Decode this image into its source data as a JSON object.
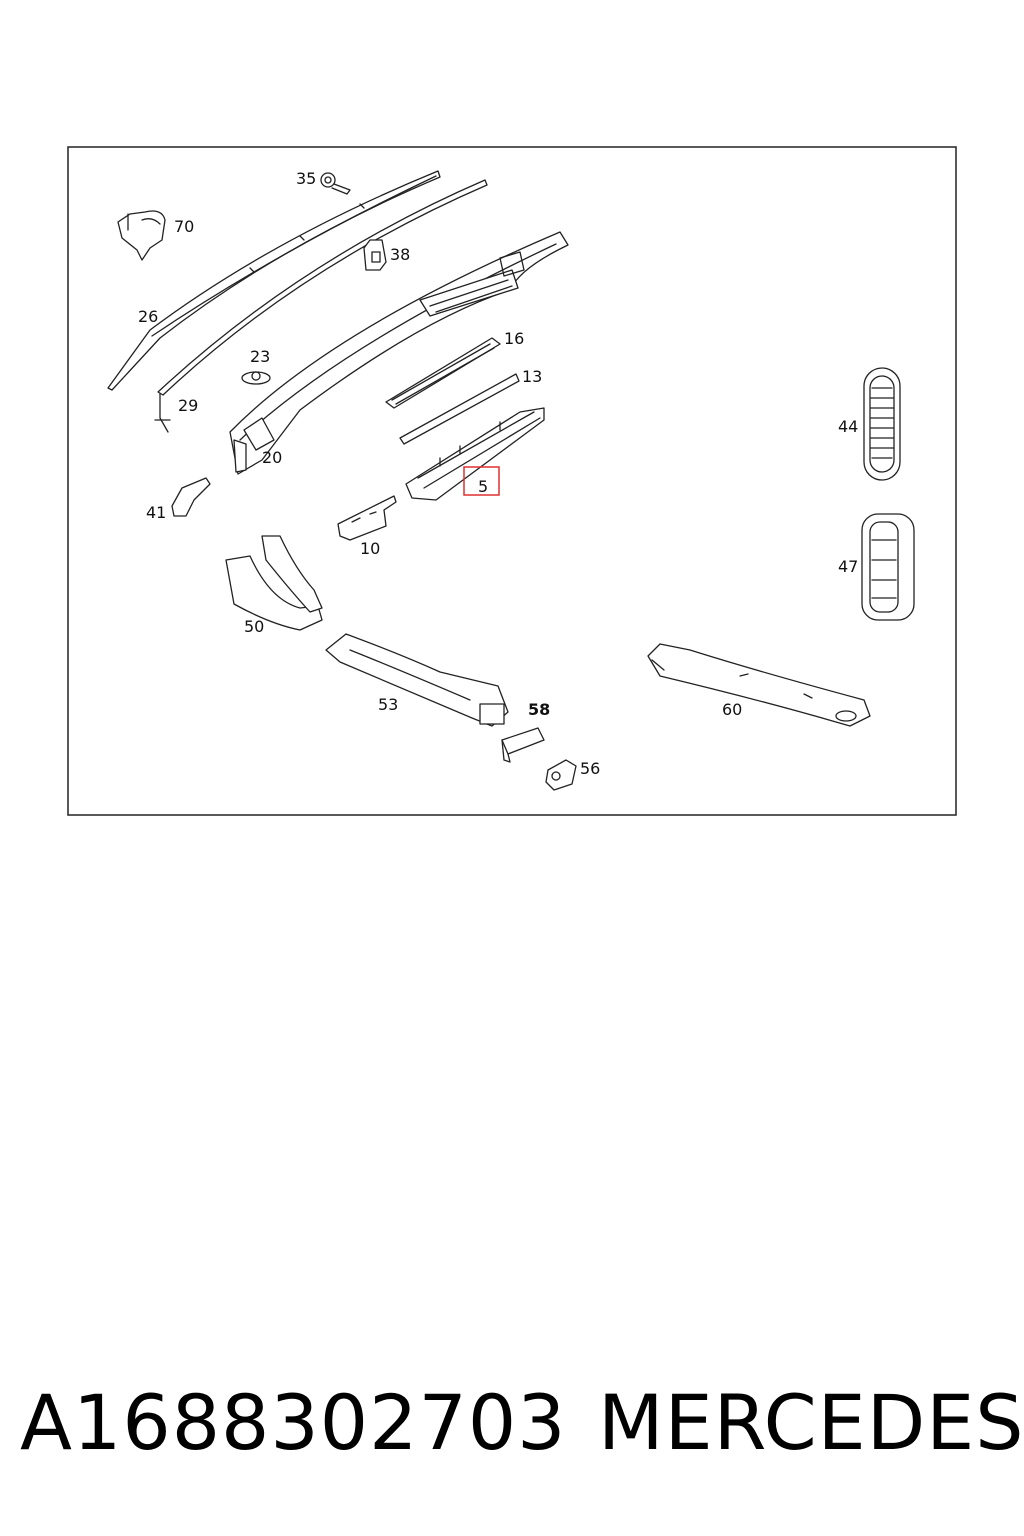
{
  "callouts": {
    "c35": "35",
    "c70": "70",
    "c38": "38",
    "c26": "26",
    "c16": "16",
    "c23": "23",
    "c13": "13",
    "c29": "29",
    "c20": "20",
    "c44": "44",
    "c5": "5",
    "c41": "41",
    "c10": "10",
    "c47": "47",
    "c50": "50",
    "c53": "53",
    "c58": "58",
    "c60": "60",
    "c56": "56"
  },
  "highlight": {
    "callout": "5",
    "color": "#e03030"
  },
  "footer": {
    "part_number": "A1688302703",
    "brand": "MERCEDES"
  }
}
